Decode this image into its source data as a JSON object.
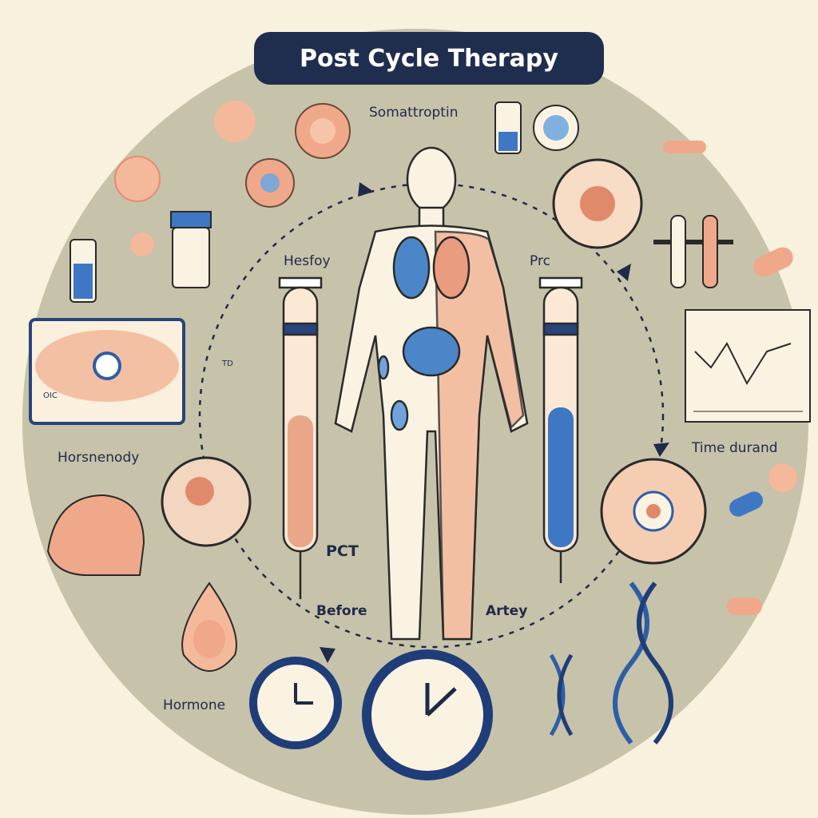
{
  "title": "Post Cycle Therapy",
  "labels": {
    "somatotropin": "Somattroptin",
    "left_upper": "Hesfoy",
    "right_upper": "Prc",
    "left_middle": "Horsnenody",
    "right_middle": "Time durand",
    "pct": "PCT",
    "before": "Before",
    "after": "Artey",
    "hormone": "Hormone",
    "monitor_caption": "OIC",
    "molecule_left": "TD"
  },
  "colors": {
    "background": "#f8f1de",
    "circle": "#c7c2aa",
    "navy": "#1f2d4f",
    "peach": "#f0a88a",
    "blue": "#3e78c4"
  }
}
